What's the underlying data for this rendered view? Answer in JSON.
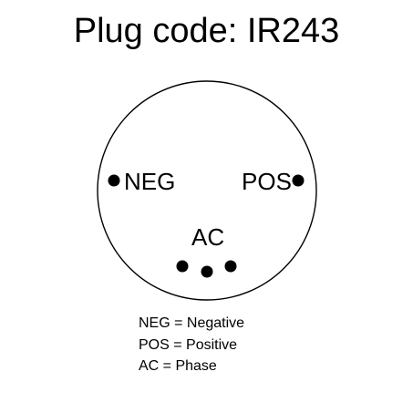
{
  "title": "Plug code: IR243",
  "pins": {
    "neg": {
      "label": "NEG"
    },
    "pos": {
      "label": "POS"
    },
    "ac": {
      "label": "AC"
    }
  },
  "legend": [
    {
      "text": "NEG = Negative"
    },
    {
      "text": "POS = Positive"
    },
    {
      "text": "AC = Phase"
    }
  ],
  "colors": {
    "stroke": "#000000",
    "background": "#ffffff"
  }
}
